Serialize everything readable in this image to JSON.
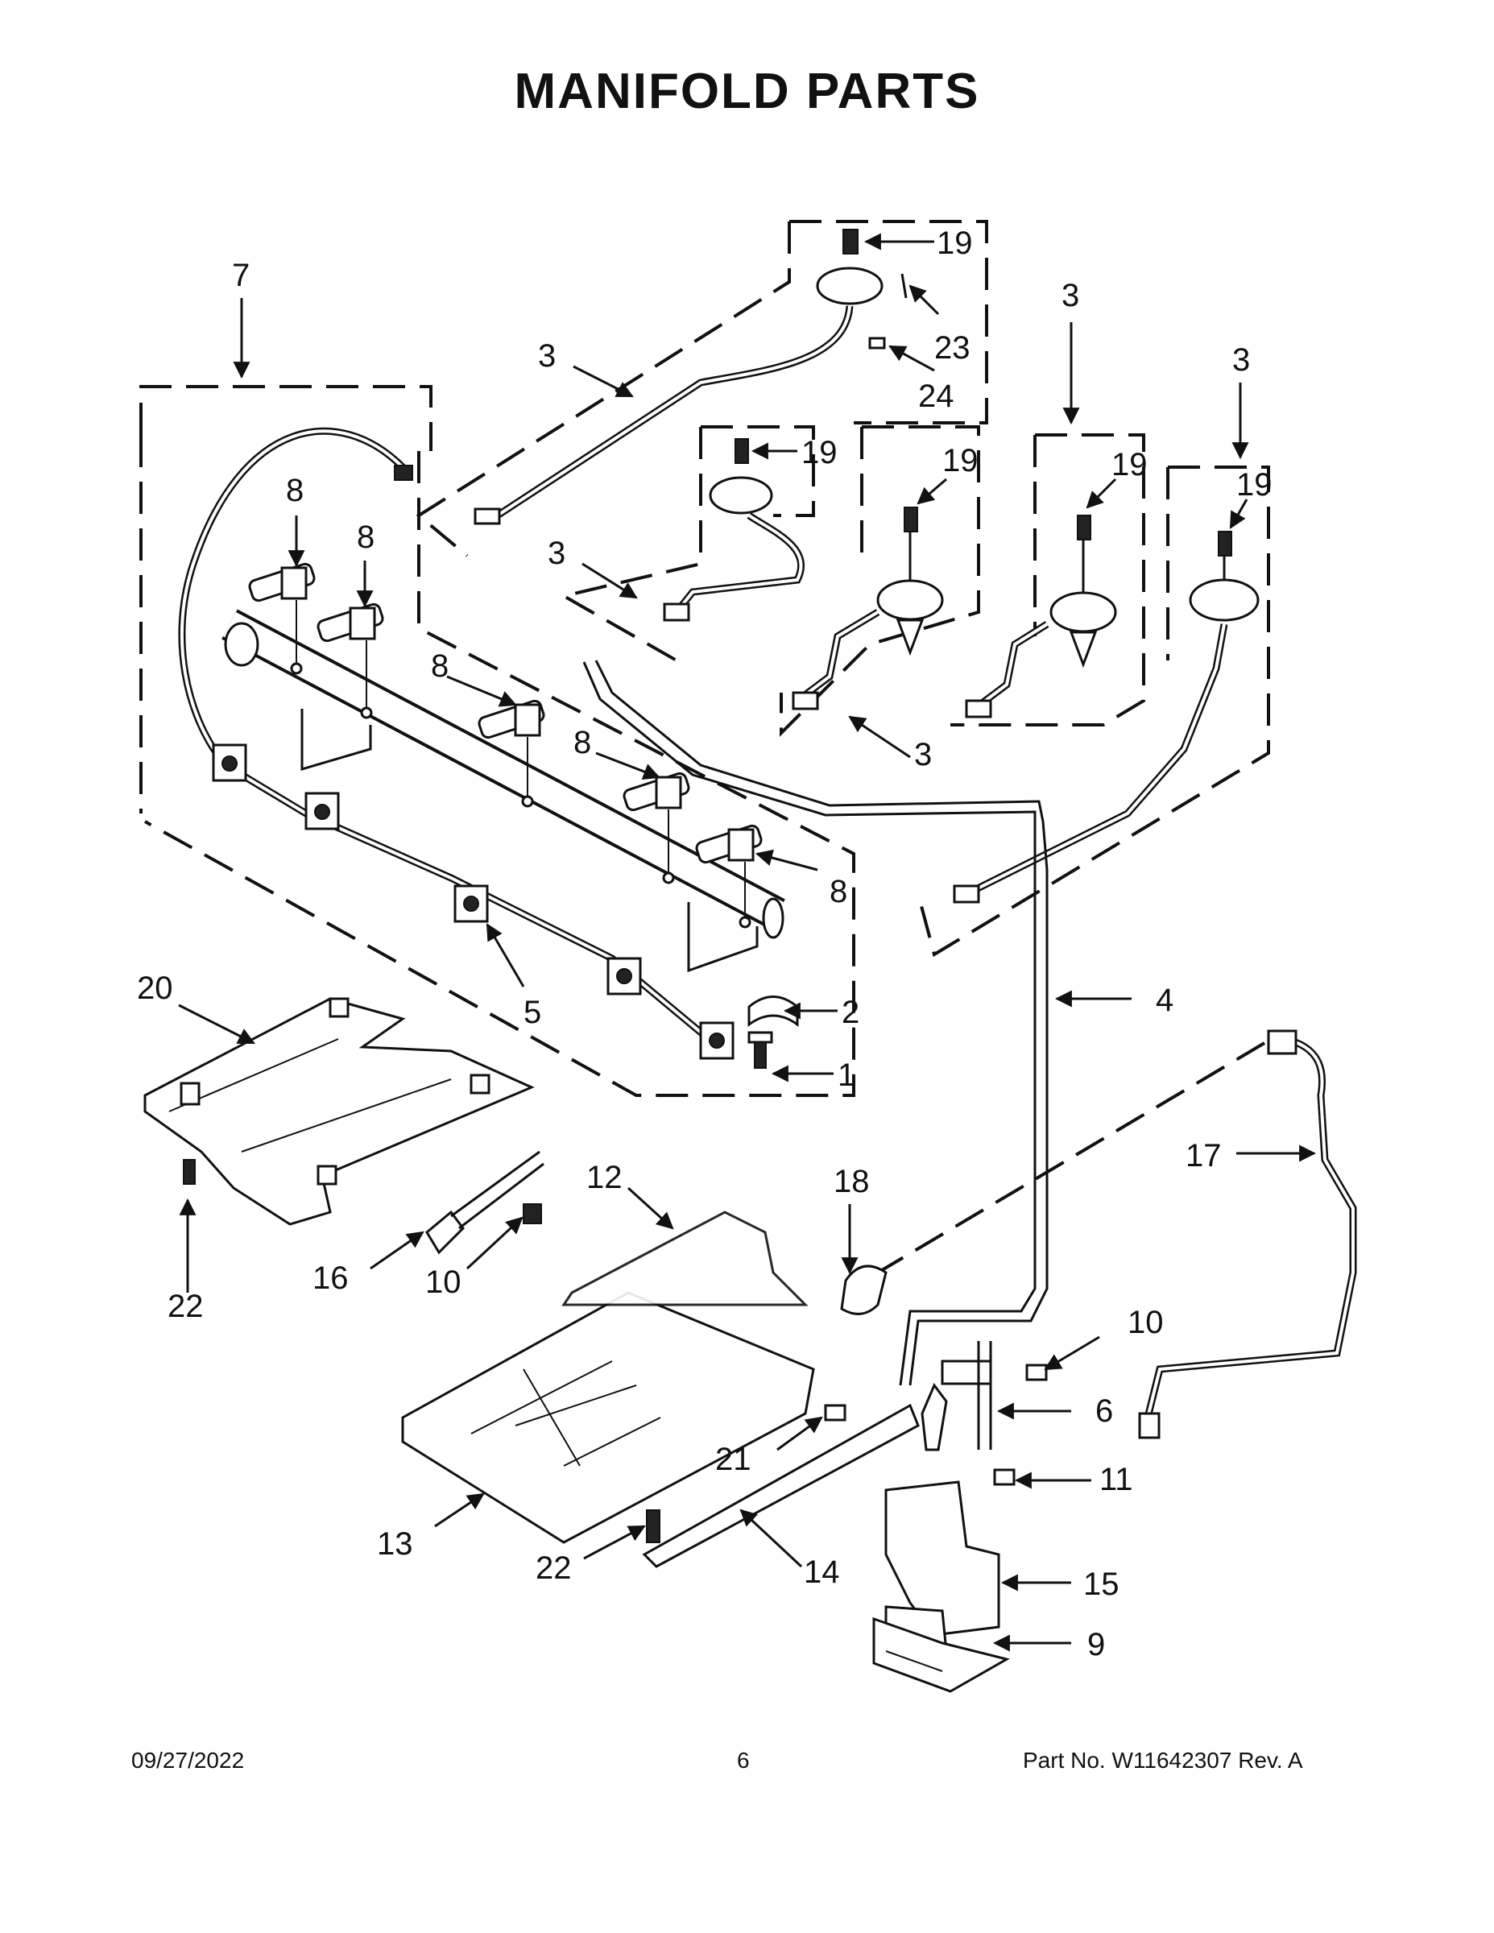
{
  "title": "MANIFOLD PARTS",
  "footer": {
    "date": "09/27/2022",
    "page": "6",
    "part_no": "Part No.  W11642307  Rev.  A"
  },
  "callouts": [
    "7",
    "3",
    "19",
    "23",
    "24",
    "3",
    "3",
    "19",
    "19",
    "19",
    "19",
    "8",
    "8",
    "8",
    "8",
    "8",
    "3",
    "3",
    "5",
    "2",
    "1",
    "4",
    "20",
    "17",
    "18",
    "12",
    "16",
    "10",
    "22",
    "10",
    "6",
    "21",
    "11",
    "13",
    "22",
    "14",
    "15",
    "9"
  ]
}
